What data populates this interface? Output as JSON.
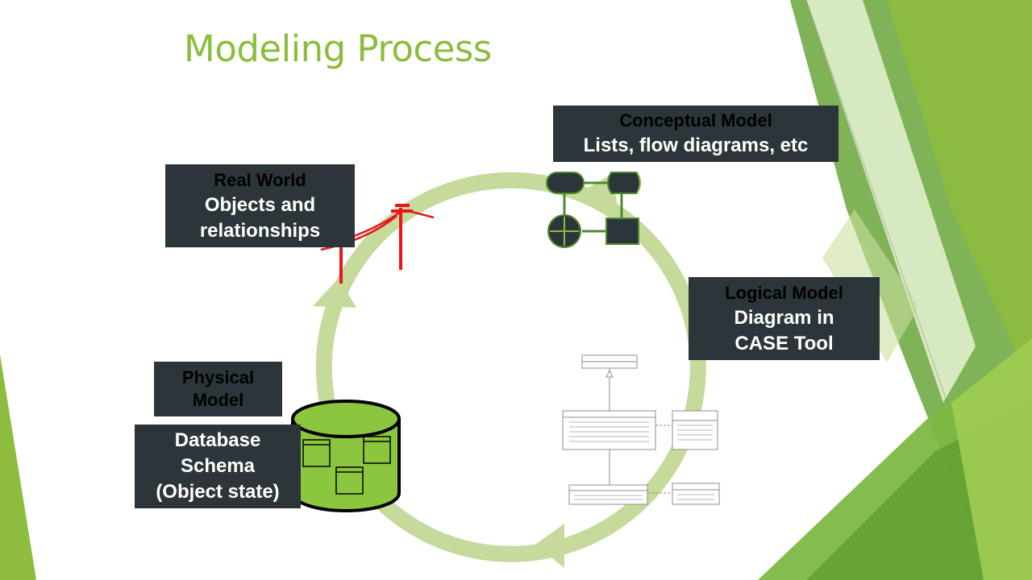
{
  "slide": {
    "title": "Modeling Process"
  },
  "stages": {
    "real_world": {
      "heading": "Real World",
      "line2": "Objects and",
      "line3": "relationships"
    },
    "conceptual": {
      "heading": "Conceptual Model",
      "line2": "Lists, flow diagrams, etc"
    },
    "logical": {
      "heading": "Logical Model",
      "line2": "Diagram in",
      "line3": "CASE Tool"
    },
    "physical": {
      "heading_line1": "Physical",
      "heading_line2": "Model"
    },
    "database": {
      "line1": "Database",
      "line2": "Schema",
      "line3": "(Object state)"
    }
  },
  "colors": {
    "title": "#8cbd3f",
    "box_bg": "#2c363a",
    "cycle": "#c6da9c",
    "pole": "#e8151b",
    "cylinder": "#8cc63f",
    "accent_green": "#8cbd3f"
  },
  "icons": [
    "utility-pole-icon",
    "flow-diagram-icon",
    "uml-class-diagram-icon",
    "database-cylinder-icon"
  ]
}
